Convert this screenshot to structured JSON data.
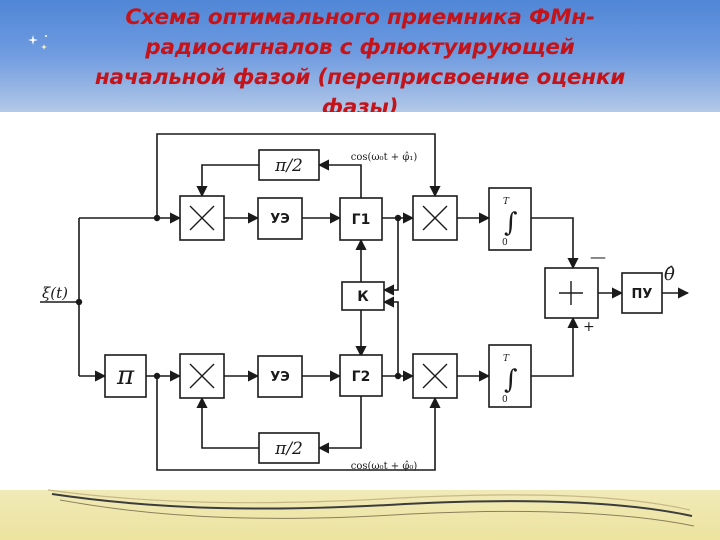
{
  "slide": {
    "title_lines": [
      "Схема оптимального приемника ФМн-",
      "радиосигналов с флюктуирующей",
      "начальной фазой (переприсвоение оценки",
      "фазы)"
    ]
  },
  "diagram": {
    "input_label": "ξ(t)",
    "phase_shifter_label": "π",
    "multiplier_symbol": "×",
    "ue_label": "УЭ",
    "g1_label": "Г1",
    "g2_label": "Г2",
    "k_label": "К",
    "pi_half_label": "π/2",
    "cos_top_label": "cos(ω₀t + φ̂₁)",
    "cos_bottom_label": "cos(ω₀t + φ̂₀)",
    "integral_upper_limit": "T",
    "integral_symbol": "∫",
    "integral_lower_limit": "0",
    "adder_symbol": "+",
    "minus_sign": "—",
    "plus_sign": "+",
    "decision_label": "ПУ",
    "output_label": "θ̂"
  },
  "colors": {
    "title": "#c4141a",
    "line": "#1a1a1a"
  }
}
